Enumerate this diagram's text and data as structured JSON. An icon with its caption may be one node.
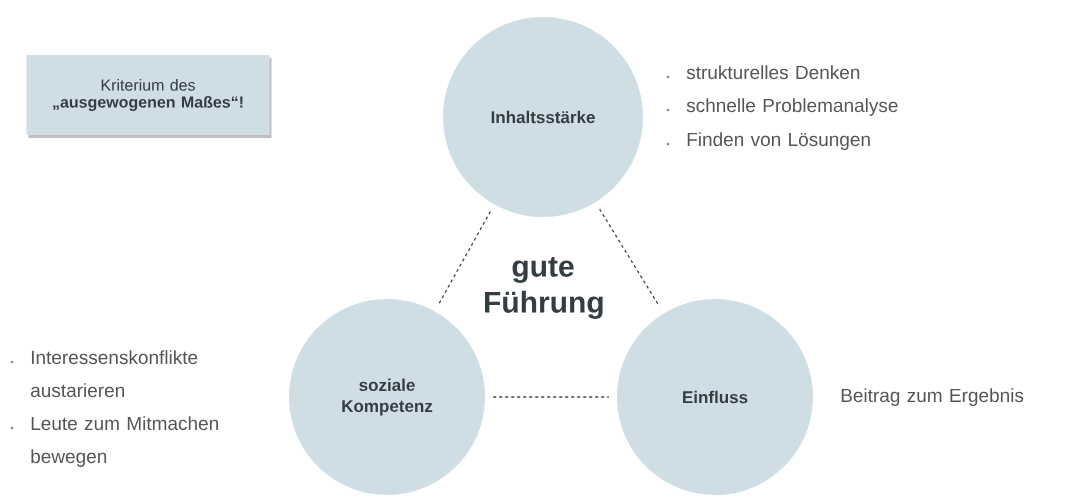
{
  "diagram": {
    "nodes": [
      {
        "text": [
          "Kriterium des **„ausgewogenen Maßes“!**"
        ]
      },
      {
        "text": [
          "Inhaltsstärke"
        ],
        "beside": [
          "strukturelles Denken",
          "schnelle Problemanalyse",
          "Finden von Lösungen"
        ]
      },
      {
        "text": [
          "soziale Kompetenz"
        ],
        "beside": [
          "Interessenskonflikte austarieren",
          "Leute zum Mitmachen bewegen"
        ]
      },
      {
        "text": [
          "Einfluss"
        ],
        "beside": [
          "Beitrag zum Ergebnis"
        ]
      }
    ],
    "edges": [
      {
        "from": 1,
        "to": 2,
        "arrow": "none",
        "style": "dashed"
      },
      {
        "from": 1,
        "to": 3,
        "arrow": "none",
        "style": "dashed"
      },
      {
        "from": 2,
        "to": 3,
        "arrow": "none",
        "style": "dashed"
      }
    ],
    "labels": [
      "gute Führung"
    ]
  }
}
